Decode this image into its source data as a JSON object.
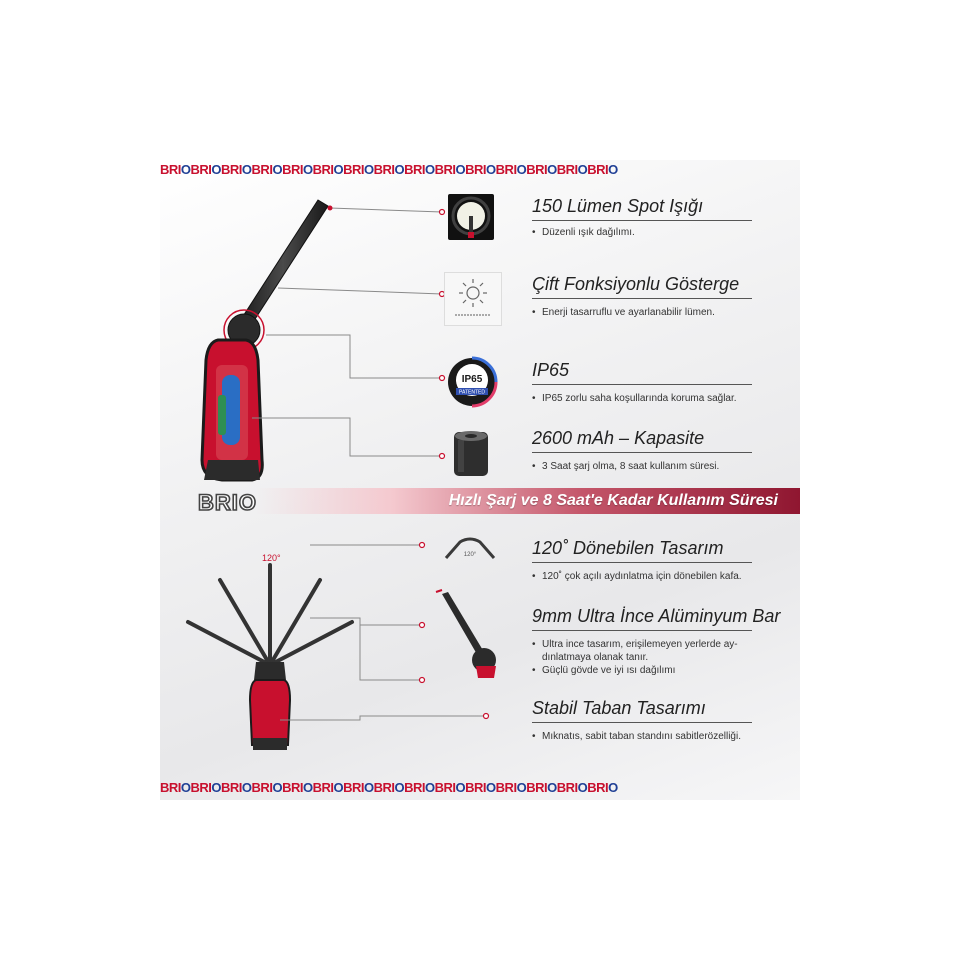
{
  "brand": {
    "strip_word": "BRIO",
    "strip_count": 15,
    "logo_text": "BRIO",
    "colors": {
      "red": "#c8102e",
      "blue": "#1f3f95",
      "band_dark": "#8f1630"
    }
  },
  "band": {
    "text": "Hızlı Şarj ve 8 Saat'e Kadar Kullanım Süresi"
  },
  "features": [
    {
      "title": "150 Lümen Spot Işığı",
      "bullets": [
        "Düzenli ışık dağılımı."
      ],
      "icon": "spotlight-icon"
    },
    {
      "title": "Çift Fonksiyonlu Gösterge",
      "bullets": [
        "Enerji tasarruflu ve ayarlanabilir lümen."
      ],
      "icon": "sun-dimmer-icon"
    },
    {
      "title": "IP65",
      "bullets": [
        "IP65 zorlu saha koşullarında koruma sağlar."
      ],
      "icon": "ip65-badge-icon"
    },
    {
      "title": "2600 mAh – Kapasite",
      "bullets": [
        "3 Saat şarj olma, 8 saat kullanım süresi."
      ],
      "icon": "battery-icon"
    },
    {
      "title": "120˚ Dönebilen Tasarım",
      "bullets": [
        "120˚ çok açılı aydınlatma için dönebilen kafa."
      ],
      "icon": "rotation-arc-icon"
    },
    {
      "title": "9mm Ultra İnce Alüminyum Bar",
      "bullets": [
        "Ultra ince tasarım, erişilemeyen yerlerde ay-dınlatmaya olanak tanır.",
        "Güçlü gövde ve iyi ısı dağılımı"
      ],
      "icon": "slim-bar-icon"
    },
    {
      "title": "Stabil Taban Tasarımı",
      "bullets": [
        "Mıknatıs, sabit taban standını sabitlerözelliği."
      ],
      "icon": ""
    }
  ],
  "badges": {
    "ip65": "IP65",
    "patented": "PATENTED",
    "arc_label": "120°"
  },
  "diagram": {
    "rotation_label": "120°"
  }
}
